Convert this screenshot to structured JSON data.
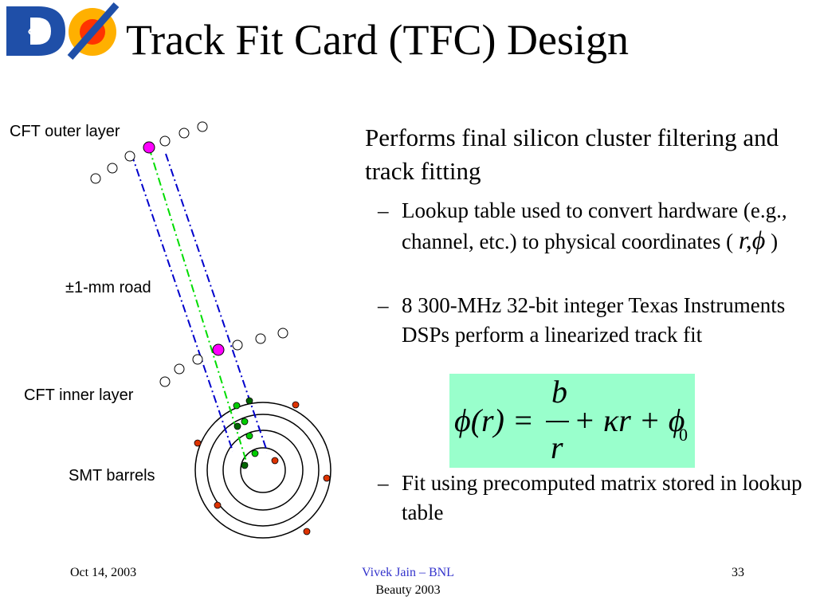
{
  "slide": {
    "title": "Track Fit Card (TFC) Design",
    "logo_text": "DØ"
  },
  "diagram": {
    "labels": {
      "cft_outer": "CFT outer layer",
      "road": "±1-mm road",
      "cft_inner": "CFT inner layer",
      "smt": "SMT barrels"
    }
  },
  "content": {
    "main_bullet": "Performs final silicon cluster filtering and track fitting",
    "bullets": [
      {
        "dash": "–",
        "text": "Lookup table used to convert hardware (e.g., channel, etc.) to physical coordinates (",
        "math": "r,ϕ",
        "suffix": ")"
      },
      {
        "dash": "–",
        "text": "8 300-MHz 32-bit integer Texas Instruments DSPs perform a linearized track fit"
      },
      {
        "dash": "–",
        "text": "Fit using precomputed matrix stored in lookup table"
      }
    ]
  },
  "formula": {
    "lhs": "ϕ(r) =",
    "numerator": "b",
    "denominator": "r",
    "rhs": "+ κr + ϕ",
    "subscript": "0"
  },
  "footer": {
    "date": "Oct 14, 2003",
    "author": "Vivek Jain – BNL",
    "conference": "Beauty 2003",
    "page": "33"
  },
  "colors": {
    "formula_bg": "#99ffcc",
    "author_link": "#3333cc",
    "hit_magenta": "#ff00ff",
    "hit_green": "#00cc00",
    "hit_red": "#dd3300",
    "road_blue": "#0000cc",
    "track_green": "#00dd00"
  }
}
